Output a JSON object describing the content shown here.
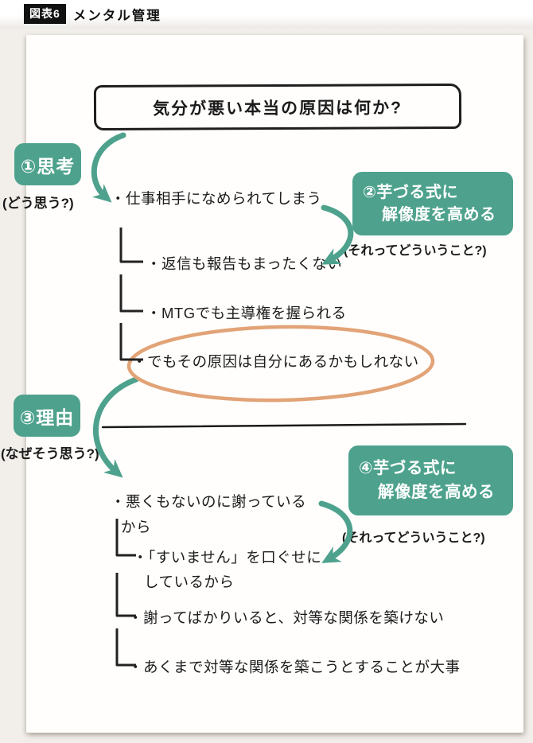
{
  "header": {
    "figure_label": "図表6",
    "title": "メンタル管理"
  },
  "question_box": {
    "text": "気分が悪い本当の原因は何か?"
  },
  "steps": {
    "step1": {
      "label": "①思考",
      "note": "(どう思う?)"
    },
    "step2": {
      "label_line1": "②芋づる式に",
      "label_line2": "解像度を高める",
      "note": "(それってどういうこと?)"
    },
    "step3": {
      "label": "③理由",
      "note": "(なぜそう思う?)"
    },
    "step4": {
      "label_line1": "④芋づる式に",
      "label_line2": "解像度を高める",
      "note": "(それってどういうこと?)"
    }
  },
  "thoughts": {
    "item1": "・仕事相手になめられてしまう",
    "item2": "・返信も報告もまったくない",
    "item3": "・MTGでも主導権を握られる",
    "item4": "・でもその原因は自分にあるかもしれない"
  },
  "reasons": {
    "item1_line1": "・悪くもないのに謝っている",
    "item1_line2": "から",
    "item2_line1": "・「すいません」を口ぐせに",
    "item2_line2": "しているから",
    "item3": "・謝ってばかりいると、対等な関係を築けない",
    "item4": "・あくまで対等な関係を築こうとすることが大事"
  },
  "colors": {
    "accent_teal": "#4EA28D",
    "highlight_orange": "#E2A377",
    "ink_black": "#1C1C1C"
  }
}
